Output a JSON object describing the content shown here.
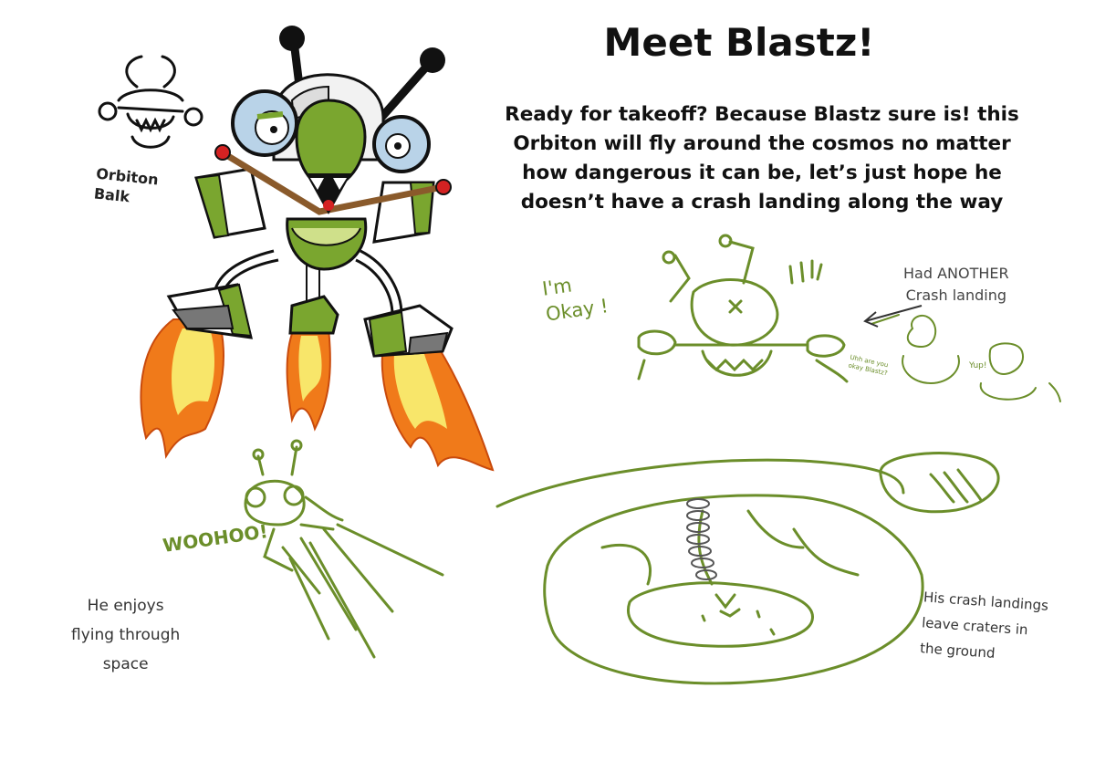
{
  "title": "Meet Blastz!",
  "blurb": "Ready for takeoff? Because Blastz sure is! this Orbiton will fly around the cosmos no matter how dangerous it can be, let’s just hope he doesn’t have a crash landing along the way",
  "sketch_notes": {
    "orbiton_balk": [
      "Orbiton",
      "Balk"
    ],
    "im_okay": [
      "I'm",
      "Okay !"
    ],
    "had_another": [
      "Had ANOTHER",
      "Crash landing"
    ],
    "uhh_are_you": [
      "Uhh are you",
      "okay Blastz?"
    ],
    "yup": "Yup!",
    "woohoo": "WOOHOO!",
    "he_enjoys": [
      "He enjoys",
      "flying through",
      "space"
    ],
    "his_crash": [
      "His crash landings",
      "leave craters in",
      "the ground"
    ]
  },
  "colors": {
    "sketch_green": "#6b8e2a",
    "body_green": "#7aa62f",
    "eye_blue": "#b9d3e8",
    "flame_orange": "#f07a1a",
    "flame_yellow": "#f8e66a",
    "ink": "#111111"
  }
}
